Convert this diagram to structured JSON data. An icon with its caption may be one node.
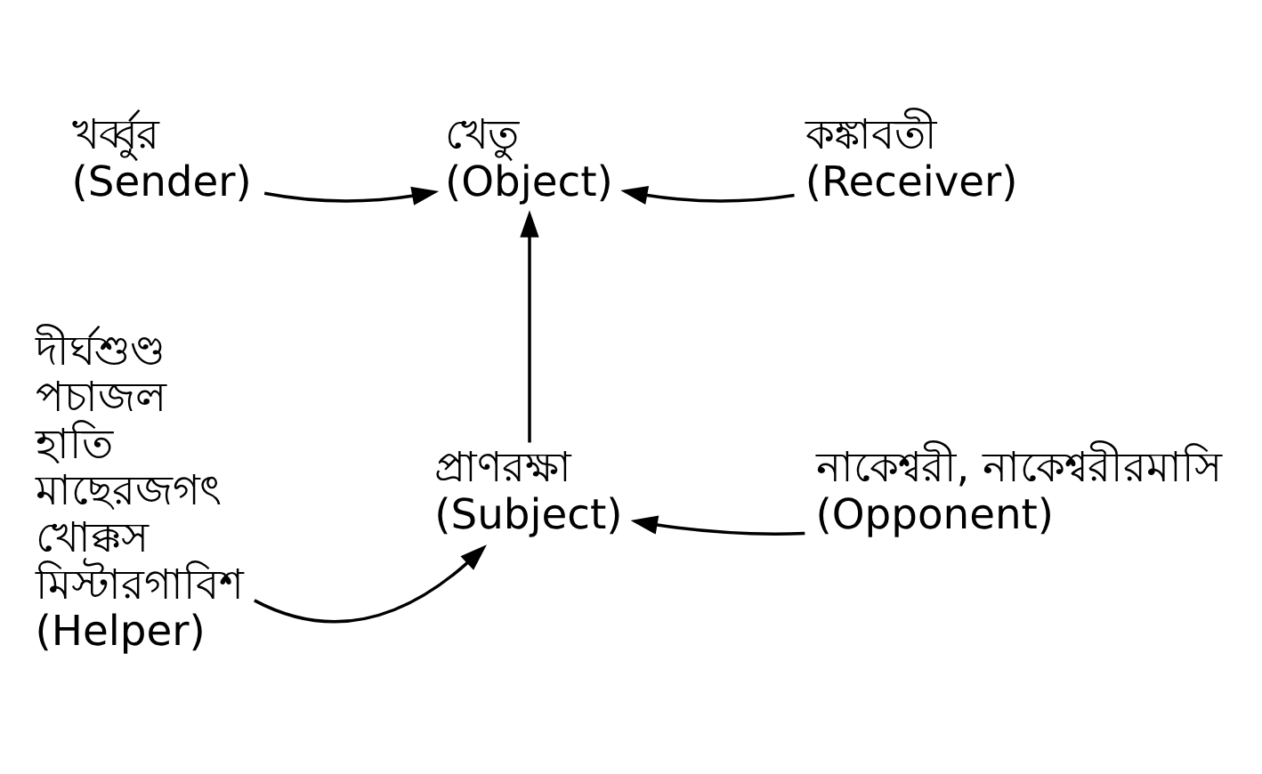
{
  "diagram": {
    "nodes": [
      {
        "text": [
          "খর্ব্বুর",
          "(Sender)"
        ]
      },
      {
        "text": [
          "খেতু",
          "(Object)"
        ]
      },
      {
        "text": [
          "কঙ্কাবতী",
          "(Receiver)"
        ]
      },
      {
        "text": [
          "দীর্ঘশুণ্ড",
          "পচাজল",
          "হাতি",
          "মাছেরজগৎ",
          "খোক্কস",
          "মিস্টারগাবিশ",
          "(Helper)"
        ]
      },
      {
        "text": [
          "প্রাণরক্ষা",
          "(Subject)"
        ]
      },
      {
        "text": [
          "নাকেশ্বরী, নাকেশ্বরীরমাসি",
          "(Opponent)"
        ]
      }
    ],
    "edges": [
      {
        "from": 0,
        "to": 1,
        "arrow": "to"
      },
      {
        "from": 2,
        "to": 1,
        "arrow": "to"
      },
      {
        "from": 4,
        "to": 1,
        "arrow": "to"
      },
      {
        "from": 3,
        "to": 4,
        "arrow": "to"
      },
      {
        "from": 5,
        "to": 4,
        "arrow": "to"
      }
    ]
  }
}
